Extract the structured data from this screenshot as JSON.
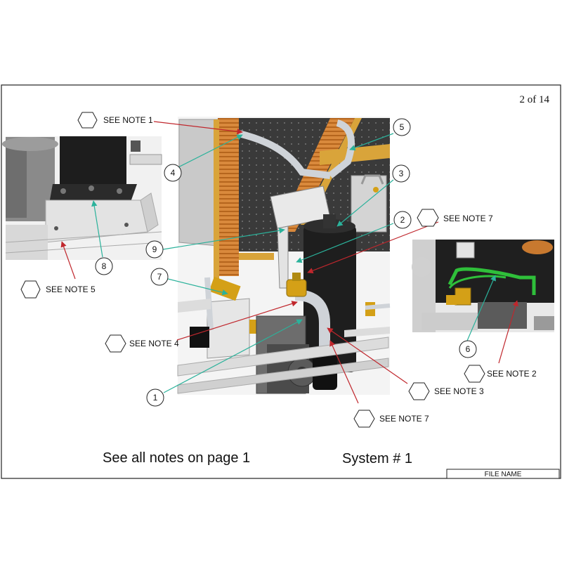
{
  "sheet": {
    "page_label": "2 of 14",
    "caption_left": "See all notes on page 1",
    "caption_right": "System # 1",
    "file_name_label": "FILE NAME"
  },
  "notes": [
    {
      "id": "note1",
      "text": "SEE NOTE 1"
    },
    {
      "id": "note7a",
      "text": "SEE NOTE 7"
    },
    {
      "id": "note5",
      "text": "SEE NOTE 5"
    },
    {
      "id": "note4",
      "text": "SEE NOTE 4"
    },
    {
      "id": "note2",
      "text": "SEE NOTE 2"
    },
    {
      "id": "note3",
      "text": "SEE NOTE 3"
    },
    {
      "id": "note7b",
      "text": "SEE NOTE 7"
    }
  ],
  "callouts": [
    "1",
    "2",
    "3",
    "4",
    "5",
    "6",
    "7",
    "8",
    "9"
  ],
  "colors": {
    "leader_red": "#c0272d",
    "leader_teal": "#2bb29b",
    "copper": "#c8792f",
    "wood": "#d9a43a",
    "brass": "#d4a017",
    "dark_unit": "#2a2a2a",
    "pipe_gray": "#cfd3d8",
    "green_pipe": "#2fbf3a"
  }
}
